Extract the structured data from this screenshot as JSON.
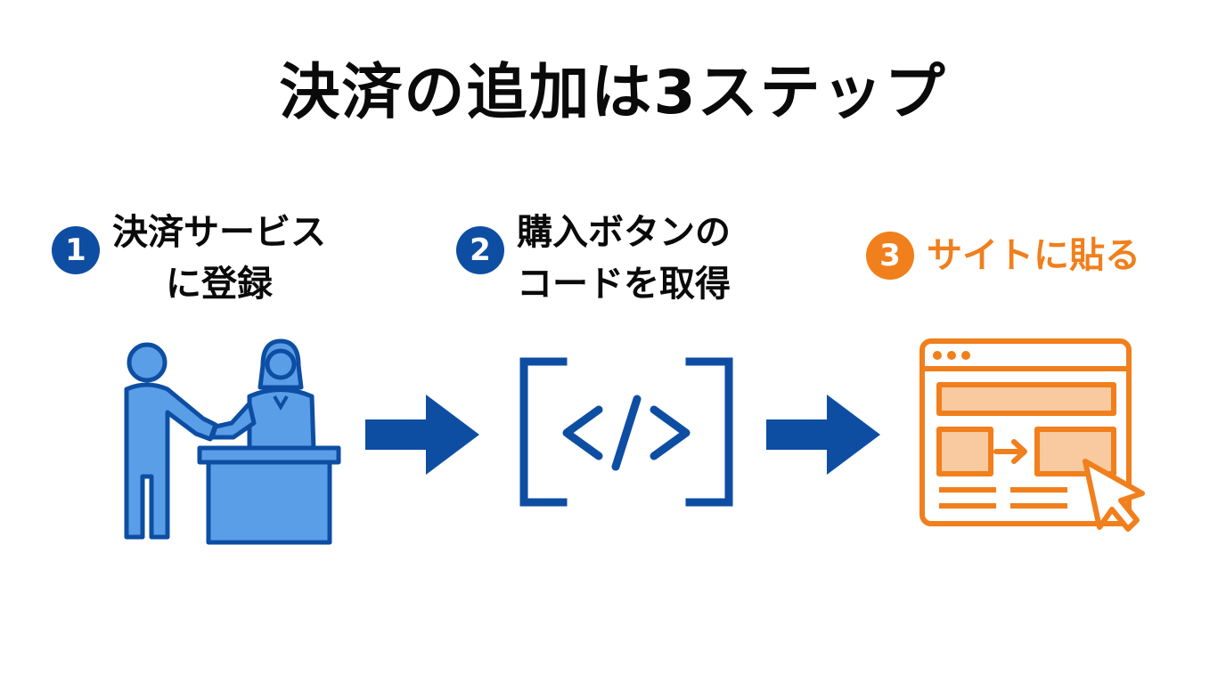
{
  "title": "決済の追加は3ステップ",
  "colors": {
    "blue": "#0d4ea3",
    "blue_fill": "#5a9ee8",
    "orange": "#f07f1c",
    "orange_fill": "#f9c9a0",
    "text": "#0a0a0a"
  },
  "steps": [
    {
      "number": "1",
      "line1": "決済サービス",
      "line2": "に登録",
      "icon": "handshake-reception-icon"
    },
    {
      "number": "2",
      "line1": "購入ボタンの",
      "line2": "コードを取得",
      "icon": "code-brackets-icon"
    },
    {
      "number": "3",
      "line1": "サイトに貼る",
      "line2": "",
      "icon": "browser-paste-cursor-icon"
    }
  ]
}
